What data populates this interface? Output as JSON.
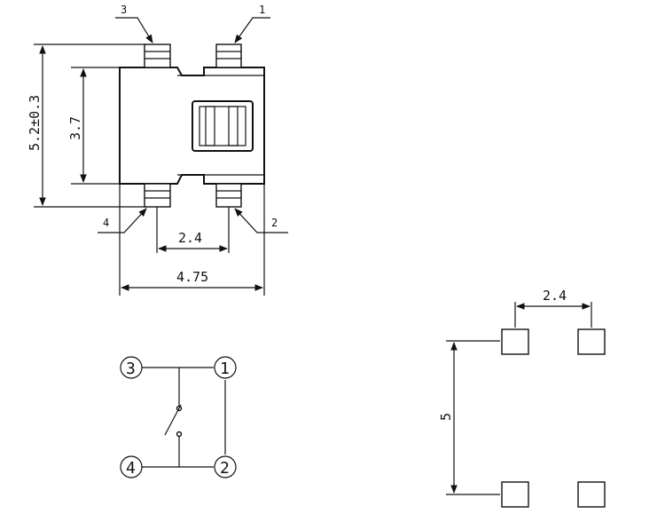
{
  "pins": {
    "p1": "1",
    "p2": "2",
    "p3": "3",
    "p4": "4"
  },
  "dimensions": {
    "height_total": "5.2±0.3",
    "height_body": "3.7",
    "pitch_bottom": "2.4",
    "width_total": "4.75",
    "pad_pitch": "2.4",
    "pad_span": "5"
  },
  "schematic": {
    "n1": "1",
    "n2": "2",
    "n3": "3",
    "n4": "4"
  }
}
